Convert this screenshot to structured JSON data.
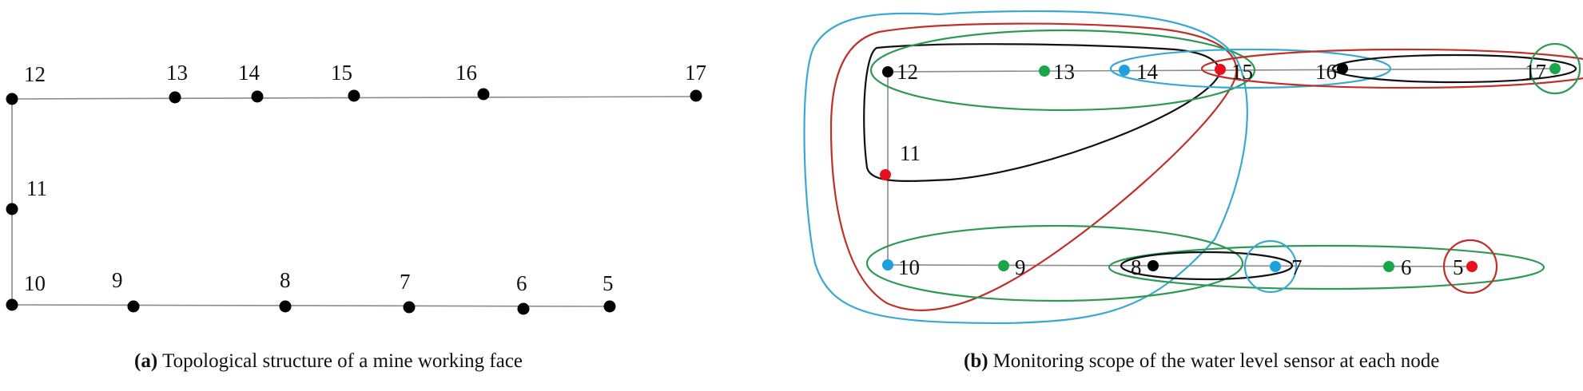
{
  "panel_a": {
    "caption_tag": "(a)",
    "caption_text": "Topological structure of a mine working face",
    "nodes": [
      {
        "id": "5",
        "color": "#000000"
      },
      {
        "id": "6",
        "color": "#000000"
      },
      {
        "id": "7",
        "color": "#000000"
      },
      {
        "id": "8",
        "color": "#000000"
      },
      {
        "id": "9",
        "color": "#000000"
      },
      {
        "id": "10",
        "color": "#000000"
      },
      {
        "id": "11",
        "color": "#000000"
      },
      {
        "id": "12",
        "color": "#000000"
      },
      {
        "id": "13",
        "color": "#000000"
      },
      {
        "id": "14",
        "color": "#000000"
      },
      {
        "id": "15",
        "color": "#000000"
      },
      {
        "id": "16",
        "color": "#000000"
      },
      {
        "id": "17",
        "color": "#000000"
      }
    ],
    "edges": [
      [
        "12",
        "13"
      ],
      [
        "13",
        "14"
      ],
      [
        "14",
        "15"
      ],
      [
        "15",
        "16"
      ],
      [
        "16",
        "17"
      ],
      [
        "12",
        "11"
      ],
      [
        "11",
        "10"
      ],
      [
        "10",
        "9"
      ],
      [
        "9",
        "8"
      ],
      [
        "8",
        "7"
      ],
      [
        "7",
        "6"
      ],
      [
        "6",
        "5"
      ]
    ]
  },
  "panel_b": {
    "caption_tag": "(b)",
    "caption_text": "Monitoring scope of the water level sensor at each node",
    "nodes": [
      {
        "id": "5",
        "color": "#e8101c"
      },
      {
        "id": "6",
        "color": "#1aa54a"
      },
      {
        "id": "7",
        "color": "#1ea0e0"
      },
      {
        "id": "8",
        "color": "#000000"
      },
      {
        "id": "9",
        "color": "#1aa54a"
      },
      {
        "id": "10",
        "color": "#1ea0e0"
      },
      {
        "id": "11",
        "color": "#e8101c"
      },
      {
        "id": "12",
        "color": "#000000"
      },
      {
        "id": "13",
        "color": "#1aa54a"
      },
      {
        "id": "14",
        "color": "#1ea0e0"
      },
      {
        "id": "15",
        "color": "#e8101c"
      },
      {
        "id": "16",
        "color": "#000000"
      },
      {
        "id": "17",
        "color": "#1aa54a"
      }
    ],
    "edges": [
      [
        "12",
        "13"
      ],
      [
        "13",
        "14"
      ],
      [
        "14",
        "15"
      ],
      [
        "15",
        "16"
      ],
      [
        "16",
        "17"
      ],
      [
        "12",
        "11"
      ],
      [
        "11",
        "10"
      ],
      [
        "10",
        "9"
      ],
      [
        "9",
        "8"
      ],
      [
        "8",
        "7"
      ],
      [
        "7",
        "6"
      ],
      [
        "6",
        "5"
      ]
    ],
    "scope_colors": {
      "cyan": "#3aa9d0",
      "red": "#c0302a",
      "green": "#2c9a55",
      "black": "#111111"
    }
  }
}
